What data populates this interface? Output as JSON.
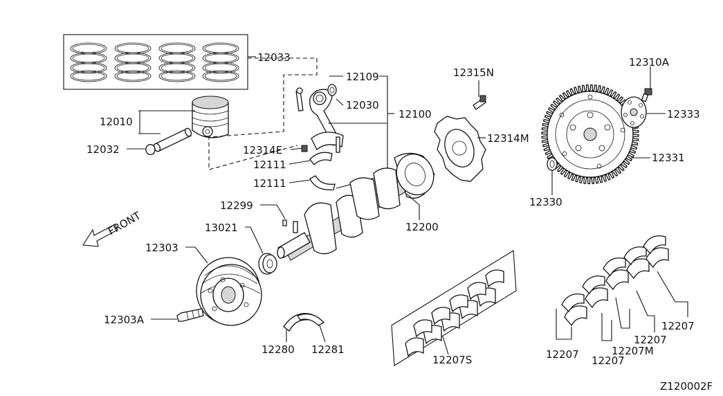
{
  "diagram": {
    "code": "Z120002F",
    "front_label": "FRONT",
    "labels": {
      "p12033": "12033",
      "p12010": "12010",
      "p12032": "12032",
      "p12109": "12109",
      "p12030": "12030",
      "p12100": "12100",
      "p12314E": "12314E",
      "p12111a": "12111",
      "p12111b": "12111",
      "p12315N": "12315N",
      "p12314M": "12314M",
      "p12310A": "12310A",
      "p12333": "12333",
      "p12331": "12331",
      "p12330": "12330",
      "p12299": "12299",
      "p13021": "13021",
      "p12200": "12200",
      "p12303": "12303",
      "p12303A": "12303A",
      "p12280": "12280",
      "p12281": "12281",
      "p12207S": "12207S",
      "p12207a": "12207",
      "p12207b": "12207",
      "p12207c": "12207",
      "p12207d": "12207",
      "p12207M": "12207M"
    }
  }
}
